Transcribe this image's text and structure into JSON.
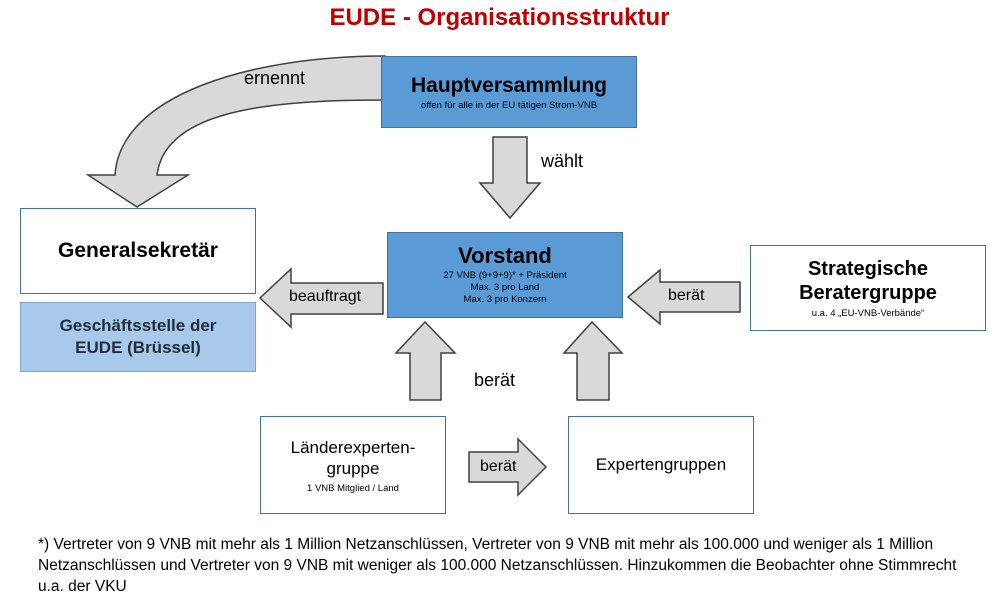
{
  "title": "EUDE - Organisationsstruktur",
  "nodes": {
    "hauptversammlung": {
      "label": "Hauptversammlung",
      "sub": "offen für alle in der EU tätigen Strom-VNB"
    },
    "generalsekretaer": {
      "label": "Generalsekretär"
    },
    "geschaeftsstelle": {
      "label": "Geschäftsstelle der EUDE (Brüssel)"
    },
    "vorstand": {
      "label": "Vorstand",
      "sub1": "27 VNB (9+9+9)* + Präsident",
      "sub2": "Max. 3 pro Land",
      "sub3": "Max. 3 pro Konzern"
    },
    "strategische": {
      "label1": "Strategische",
      "label2": "Beratergruppe",
      "sub": "u.a. 4 „EU-VNB-Verbände“"
    },
    "laenderexperten": {
      "label1": "Länderexperten-",
      "label2": "gruppe",
      "sub": "1 VNB Mitglied / Land"
    },
    "expertengruppen": {
      "label": "Expertengruppen"
    }
  },
  "edges": {
    "ernennt": "ernennt",
    "waehlt": "wählt",
    "beauftragt": "beauftragt",
    "beraet_strategisch": "berät",
    "beraet_vorstand": "berät",
    "beraet_experten": "berät"
  },
  "footnote": "*) Vertreter von 9 VNB mit mehr als 1 Million Netzanschlüssen, Vertreter von 9 VNB mit mehr als 100.000 und weniger als 1 Million Netzanschlüssen und Vertreter von 9 VNB mit weniger als 100.000 Netzanschlüssen. Hinzukommen die Beobachter ohne Stimmrecht u.a. der VKU",
  "colors": {
    "title": "#c00000",
    "box_blue": "#5b9bd5",
    "box_light": "#a9c9eb",
    "border": "#41719c",
    "arrow_fill": "#d9d9d9"
  }
}
